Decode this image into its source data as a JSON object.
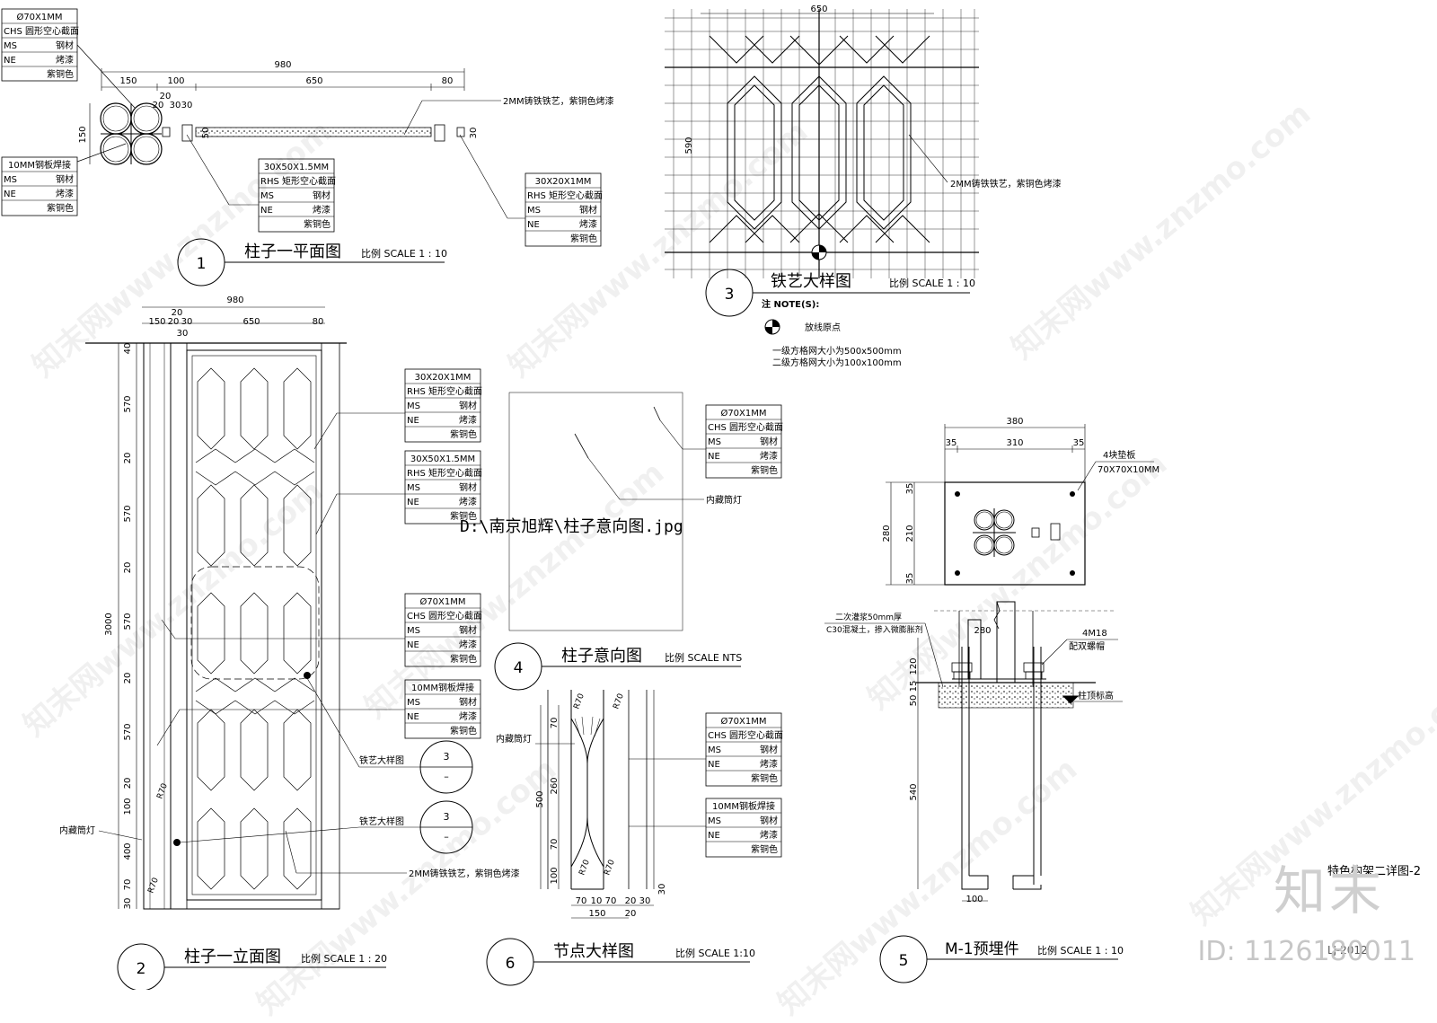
{
  "drawings": {
    "d1": {
      "num": "1",
      "title": "柱子一平面图",
      "scale": "比例  SCALE 1 : 10"
    },
    "d2": {
      "num": "2",
      "title": "柱子一立面图",
      "scale": "比例  SCALE 1 : 20"
    },
    "d3": {
      "num": "3",
      "title": "铁艺大样图",
      "scale": "比例  SCALE 1 : 10"
    },
    "d4": {
      "num": "4",
      "title": "柱子意向图",
      "scale": "比例  SCALE NTS"
    },
    "d5": {
      "num": "5",
      "title": "M-1预埋件",
      "scale": "比例  SCALE 1 : 10"
    },
    "d6": {
      "num": "6",
      "title": "节点大样图",
      "scale": "比例  SCALE 1:10"
    }
  },
  "tags": {
    "chs70": {
      "head": "Ø70X1MM",
      "sub": "CHS 圆形空心截面",
      "ms_key": "MS",
      "ms_val": "钢材",
      "ne_key": "NE",
      "ne_val": "烤漆",
      "color": "紫铜色"
    },
    "plate10": {
      "head": "10MM钢板焊接",
      "ms_key": "MS",
      "ms_val": "钢材",
      "ne_key": "NE",
      "ne_val": "烤漆",
      "color": "紫铜色"
    },
    "rhs3050": {
      "head": "30X50X1.5MM",
      "sub": "RHS 矩形空心截面",
      "ms_key": "MS",
      "ms_val": "钢材",
      "ne_key": "NE",
      "ne_val": "烤漆",
      "color": "紫铜色"
    },
    "rhs3020": {
      "head": "30X20X1MM",
      "sub": "RHS 矩形空心截面",
      "ms_key": "MS",
      "ms_val": "钢材",
      "ne_key": "NE",
      "ne_val": "烤漆",
      "color": "紫铜色"
    }
  },
  "dims": {
    "plan_total": "980",
    "plan_150": "150",
    "plan_100": "100",
    "plan_650": "650",
    "plan_80": "80",
    "plan_20a": "20",
    "plan_20b": "20",
    "plan_30a": "30",
    "plan_30b": "30",
    "plan_150v": "150",
    "plan_50": "50",
    "plan_30v": "30",
    "elev_total": "980",
    "elev_20top": "20",
    "elev_150": "150",
    "elev_20": "20",
    "elev_30": "30",
    "elev_650": "650",
    "elev_80": "80",
    "elev_30b": "30",
    "elev_height": "3000",
    "elev_v": [
      "40",
      "570",
      "20",
      "570",
      "20",
      "570",
      "20",
      "570",
      "20",
      "100",
      "400",
      "70",
      "30"
    ],
    "iron_650": "650",
    "iron_590": "590",
    "emb_380": "380",
    "emb_35a": "35",
    "emb_310": "310",
    "emb_35b": "35",
    "emb_280": "280",
    "emb_35c": "35",
    "emb_210": "210",
    "emb_35d": "35",
    "emb_280b": "280",
    "emb_120": "120",
    "emb_15": "15",
    "emb_50": "50",
    "emb_540": "540",
    "emb_100": "100",
    "node_70a": "70",
    "node_260": "260",
    "node_500": "500",
    "node_70b": "70",
    "node_100": "100",
    "node_30": "30",
    "node_b70": "70",
    "node_b10a": "10",
    "node_b70b": "70",
    "node_b20a": "20",
    "node_b30": "30",
    "node_b150": "150",
    "node_b20b": "20",
    "r70": "R70",
    "r70b": "R70",
    "r70c": "R70",
    "r70d": "R70",
    "r70e": "R70"
  },
  "notes": {
    "iron_note": "2MM铸铁铁艺，紫铜色烤漆",
    "iron_note2": "2MM铸铁铁艺，紫铜色烤漆",
    "iron_note3": "2MM铸铁铁艺，紫铜色烤漆",
    "note_head": "注   NOTE(S):",
    "note_origin": "放线原点",
    "note_grid1": "一级方格网大小为500x500mm",
    "note_grid2": "二级方格网大小为100x100mm",
    "lamp": "内藏筒灯",
    "lamp2": "内藏筒灯",
    "lamp3": "内藏筒灯",
    "ref_label1": "铁艺大样图",
    "ref_label2": "铁艺大样图",
    "ref_num1": "3",
    "ref_num2": "3",
    "ref_dash1": "–",
    "ref_dash2": "–",
    "image_ref": "D:\\南京旭辉\\柱子意向图.jpg",
    "plate4": "4块垫板",
    "plate4_size": "70X70X10MM",
    "grout1": "二次灌浆50mm厚",
    "grout2": "C30混凝土，掺入微膨胀剂",
    "bolt": "4M18",
    "bolt2": "配双螺帽",
    "elev_top": "柱顶标高",
    "sheet_title": "特色构架二详图-2",
    "sheet_num": "LJ-2012"
  },
  "branding": {
    "logo_text": "知末",
    "id_text": "ID: 1126180011",
    "watermark": "知末网www.znzmo.com"
  }
}
